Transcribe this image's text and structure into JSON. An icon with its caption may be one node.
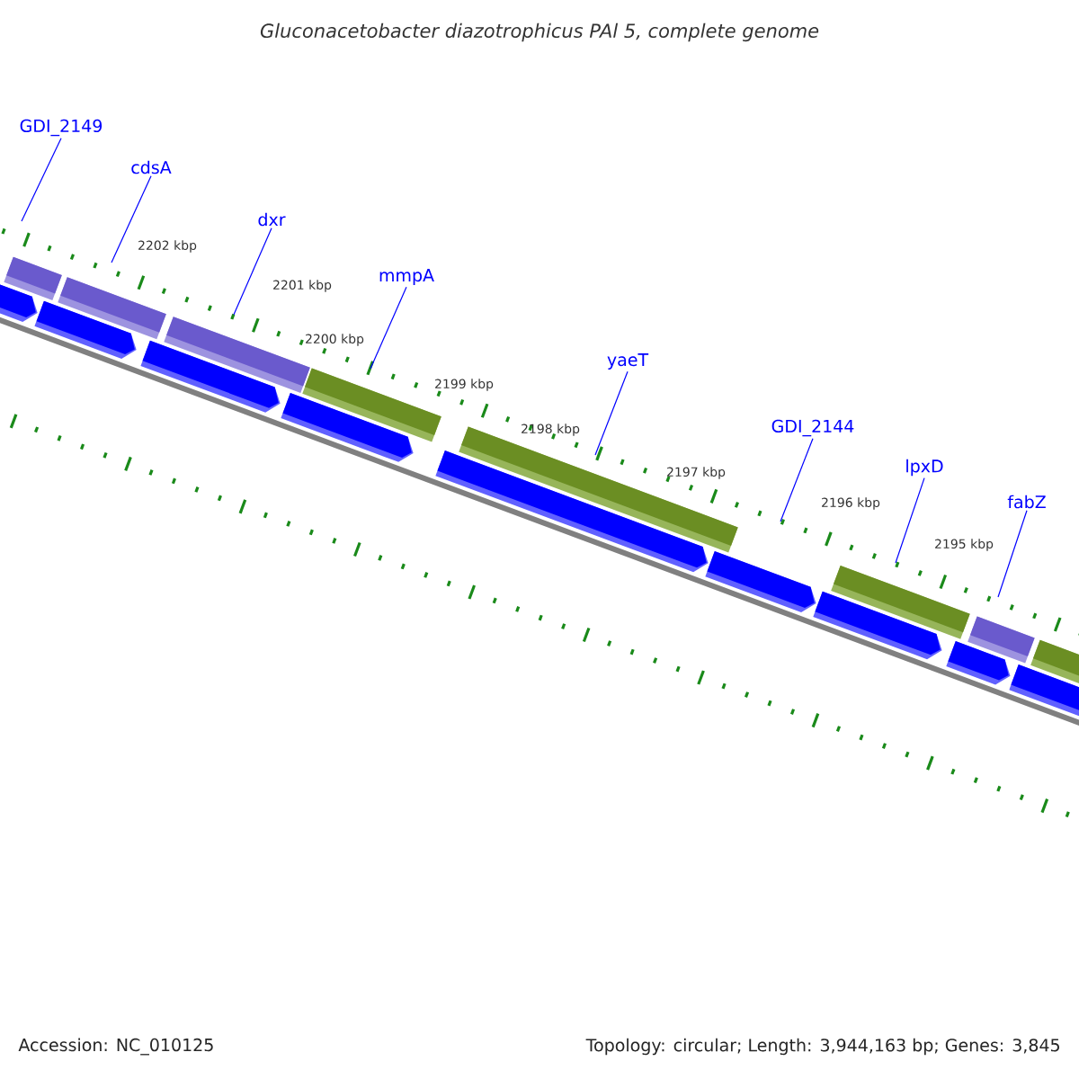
{
  "diagram": {
    "title": "Gluconacetobacter diazotrophicus PAl 5, complete genome",
    "nodes": [
      {
        "text": [
          "GDI_2149"
        ]
      },
      {
        "text": [
          "cdsA"
        ]
      },
      {
        "text": [
          "dxr"
        ]
      },
      {
        "text": [
          "mmpA"
        ]
      },
      {
        "text": [
          "yaeT"
        ]
      },
      {
        "text": [
          "GDI_2144"
        ]
      },
      {
        "text": [
          "lpxD"
        ]
      },
      {
        "text": [
          "fabZ"
        ]
      }
    ],
    "edges": [
      {
        "from": 0,
        "to": null,
        "arrow": "none"
      },
      {
        "from": 1,
        "to": null,
        "arrow": "none"
      },
      {
        "from": 2,
        "to": null,
        "arrow": "none"
      },
      {
        "from": 3,
        "to": null,
        "arrow": "none"
      },
      {
        "from": 4,
        "to": null,
        "arrow": "none"
      },
      {
        "from": 5,
        "to": null,
        "arrow": "none"
      },
      {
        "from": 6,
        "to": null,
        "arrow": "none"
      },
      {
        "from": 7,
        "to": null,
        "arrow": "none"
      }
    ],
    "labels": [
      "2202 kbp",
      "2201 kbp",
      "2200 kbp",
      "2199 kbp",
      "2198 kbp",
      "2197 kbp",
      "2196 kbp",
      "2195 kbp",
      "Accession: NC_010125",
      "Topology: circular; Length: 3,944,163 bp; Genes: 3,845"
    ]
  }
}
